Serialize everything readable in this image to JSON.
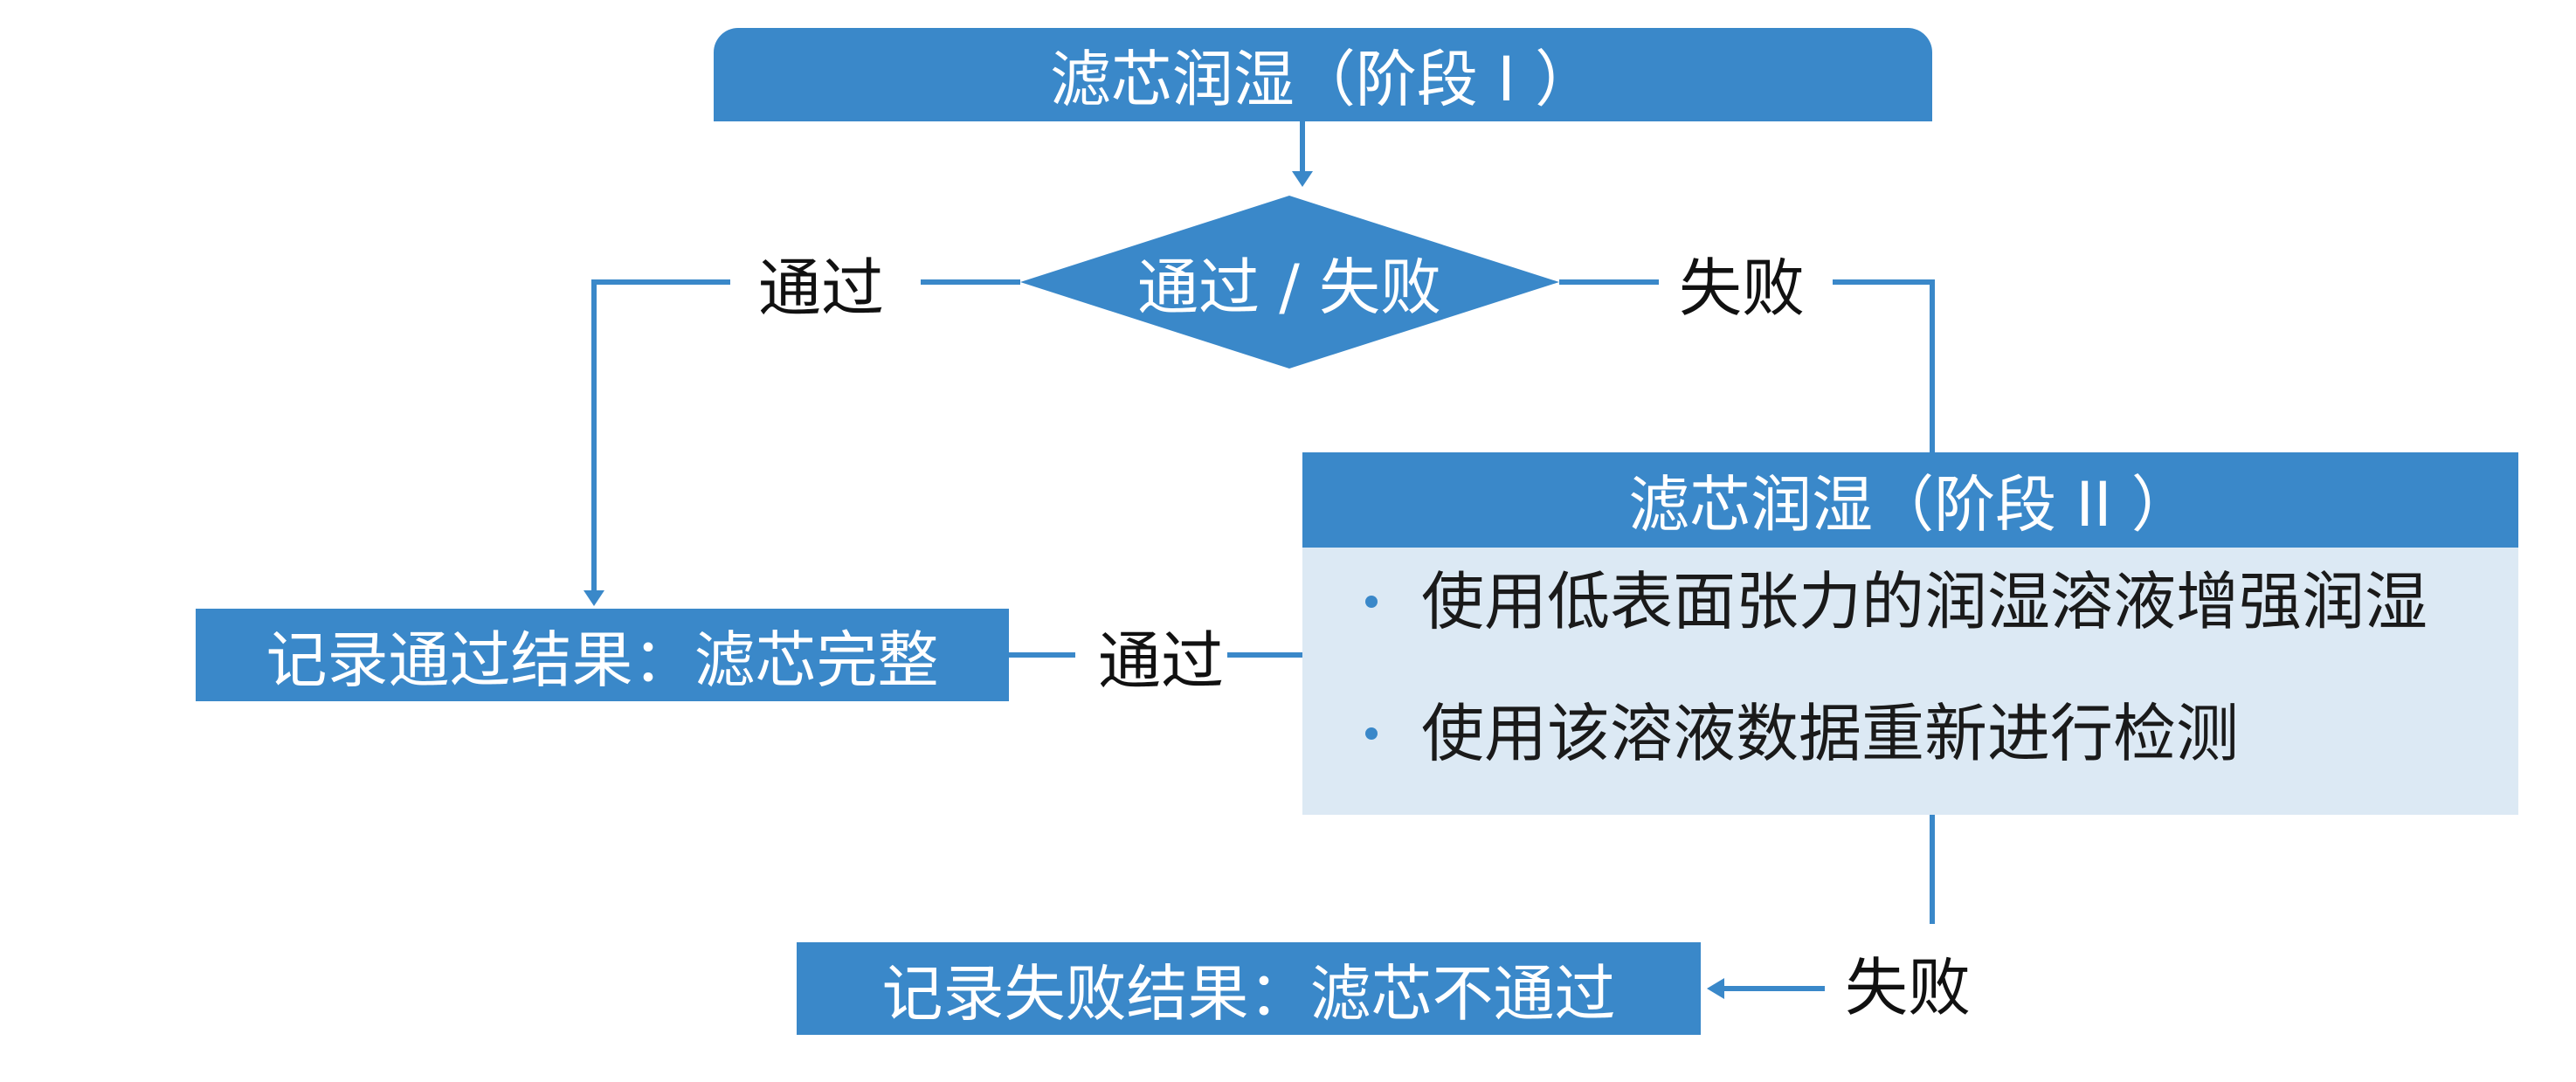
{
  "colors": {
    "primary": "#3A88C9",
    "panel": "#DCE9F4",
    "label_text": "#111111",
    "box_text": "#FFFFFF",
    "body_text": "#1A1A1A"
  },
  "stage1": {
    "title": "滤芯润湿（阶段 I ）"
  },
  "decision": {
    "label": "通过 / 失败"
  },
  "branches": {
    "decision_pass": "通过",
    "decision_fail": "失败",
    "stage2_pass": "通过",
    "stage2_fail": "失败"
  },
  "stage2": {
    "title": "滤芯润湿（阶段 II ）",
    "bullets": [
      "使用低表面张力的润湿溶液增强润湿",
      "使用该溶液数据重新进行检测"
    ]
  },
  "results": {
    "pass": "记录通过结果：滤芯完整",
    "fail": "记录失败结果：滤芯不通过"
  }
}
